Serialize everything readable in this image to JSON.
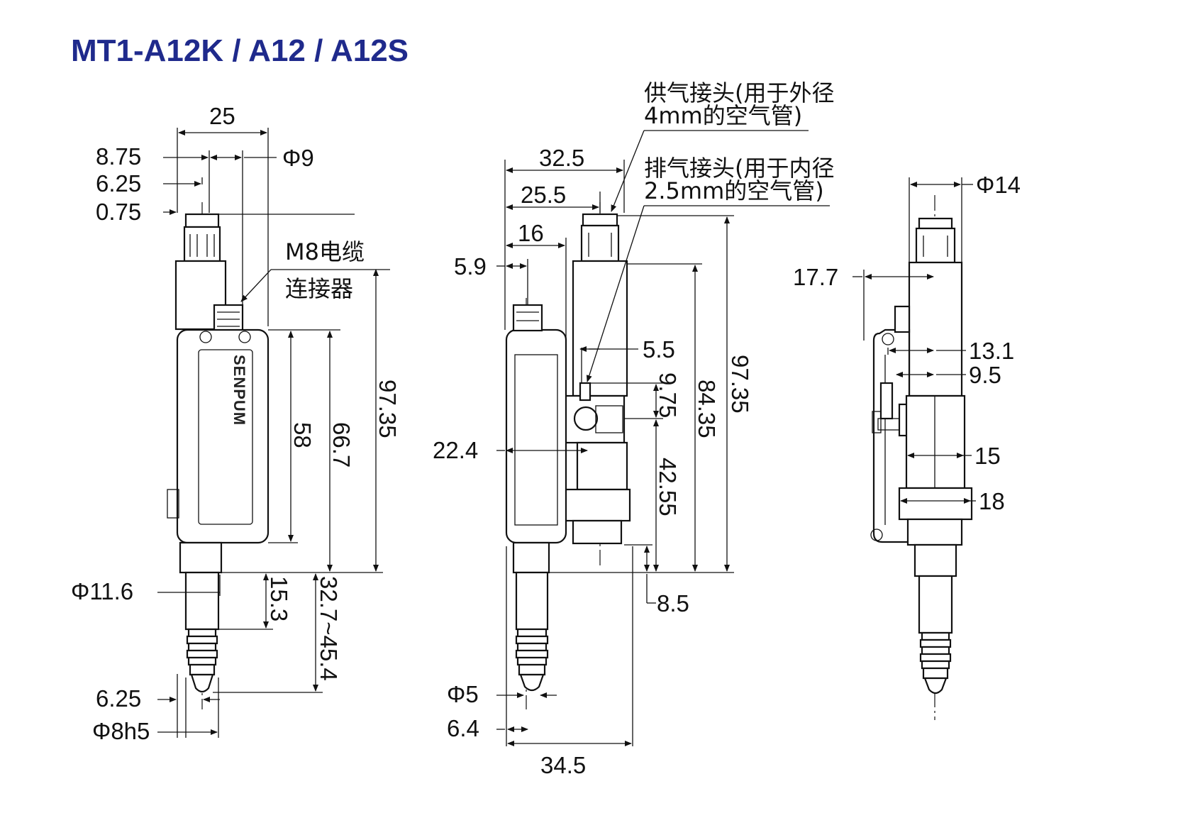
{
  "title": "MT1-A12K / A12 / A12S",
  "brand": "SENPUM",
  "views": {
    "front": {
      "dims": {
        "top_width": "25",
        "d_8_75": "8.75",
        "phi9": "Φ9",
        "d_6_25_top": "6.25",
        "d_0_75": "0.75",
        "h_58": "58",
        "h_66_7": "66.7",
        "h_97_35": "97.35",
        "phi11_6": "Φ11.6",
        "h_15_3": "15.3",
        "stroke_range": "32.7~45.4",
        "d_6_25_bottom": "6.25",
        "phi8h5": "Φ8h5"
      },
      "callout_connector_line1": "M8电缆",
      "callout_connector_line2": "连接器"
    },
    "side": {
      "dims": {
        "w_32_5": "32.5",
        "w_25_5": "25.5",
        "w_16": "16",
        "d_5_9": "5.9",
        "d_5_5": "5.5",
        "h_9_75": "9.75",
        "h_84_35": "84.35",
        "h_97_35": "97.35",
        "h_42_55": "42.55",
        "d_22_4": "22.4",
        "d_8_5": "8.5",
        "phi5": "Φ5",
        "d_6_4": "6.4",
        "w_34_5": "34.5"
      },
      "callout_supply_line1": "供气接头(用于外径",
      "callout_supply_line2": "4mm的空气管)",
      "callout_exhaust_line1": "排气接头(用于内径",
      "callout_exhaust_line2": "2.5mm的空气管)"
    },
    "rear": {
      "dims": {
        "phi14": "Φ14",
        "d_17_7": "17.7",
        "d_13_1": "13.1",
        "d_9_5": "9.5",
        "d_15": "15",
        "d_18": "18"
      }
    }
  }
}
